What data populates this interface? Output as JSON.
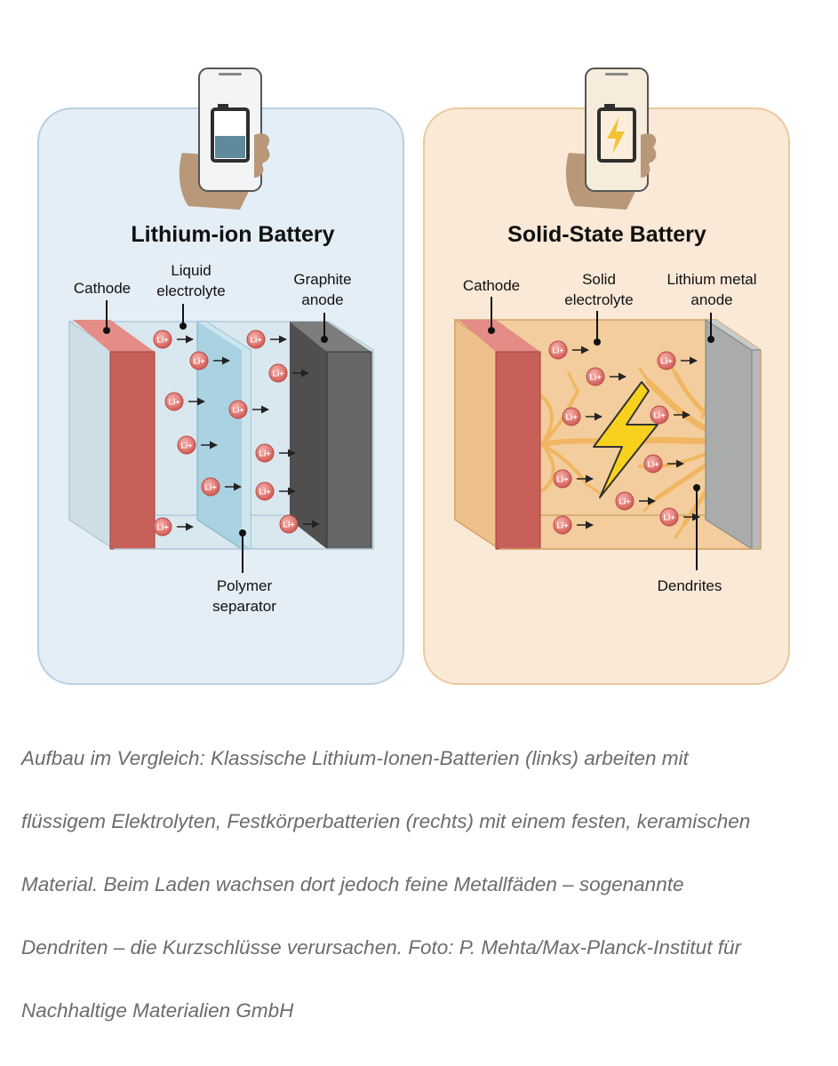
{
  "left_panel": {
    "title": "Lithium-ion Battery",
    "labels": {
      "cathode": "Cathode",
      "electrolyte_1": "Liquid",
      "electrolyte_2": "electrolyte",
      "anode_1": "Graphite",
      "anode_2": "anode",
      "separator_1": "Polymer",
      "separator_2": "separator"
    },
    "ion_label": "Li+",
    "colors": {
      "background": "#e3eef6",
      "border": "#b9cfdf",
      "cathode": "#c8605a",
      "anode": "#5d5d5d",
      "electrolyte": "#d7e6ed",
      "separator": "#a9d3e2"
    },
    "phone_icon": "battery-half-icon"
  },
  "right_panel": {
    "title": "Solid-State Battery",
    "labels": {
      "cathode": "Cathode",
      "electrolyte_1": "Solid",
      "electrolyte_2": "electrolyte",
      "anode_1": "Lithium metal",
      "anode_2": "anode",
      "dendrites": "Dendrites"
    },
    "ion_label": "Li+",
    "colors": {
      "background": "#fae9d6",
      "border": "#ebc89d",
      "cathode": "#c8605a",
      "anode": "#a9acab",
      "electrolyte": "#f2cd9b",
      "dendrites": "#f0b662",
      "lightning": "#f7d11d"
    },
    "phone_icon": "battery-charging-icon"
  },
  "caption": {
    "line1": "Aufbau im Vergleich: Klassische Lithium-Ionen-Batterien (links) arbeiten mit",
    "line2": "flüssigem Elektrolyten, Festkörperbatterien (rechts) mit einem festen, keramischen",
    "line3": "Material. Beim Laden wachsen dort jedoch feine Metallfäden – sogenannte",
    "line4": "Dendriten – die Kurzschlüsse verursachen. Foto: P. Mehta/Max-Planck-Institut für",
    "line5": "Nachhaltige Materialien GmbH"
  }
}
